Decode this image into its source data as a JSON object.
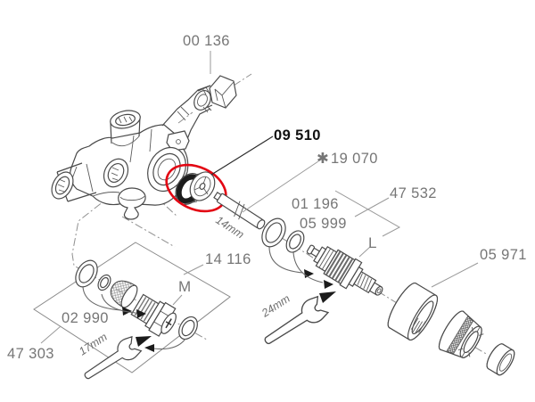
{
  "diagram": {
    "type": "exploded-parts-diagram",
    "subject": "thermostatic-mixing-valve",
    "colors": {
      "highlight_red": "#e30613",
      "label_gray": "#767676",
      "line_gray": "#4a4a4a"
    },
    "parts": {
      "plug": "00 136",
      "adapter_highlighted": "09 510",
      "spindle_marker": "✱",
      "spindle": "19 070",
      "cartridge_kit": "47 532",
      "oring_top": "01 196",
      "oring_bottom": "05 999",
      "cartridge_letter": "L",
      "handle_parts": "05 971",
      "checkvalve_kit": "14 116",
      "checkvalve_letter": "M",
      "checkvalve": "02 990",
      "service_set": "47 303"
    },
    "measurements": {
      "spindle_length": "14mm",
      "wrench_small": "17mm",
      "wrench_large": "24mm"
    },
    "highlight": {
      "part": "09 510",
      "style": "red-ellipse"
    }
  }
}
